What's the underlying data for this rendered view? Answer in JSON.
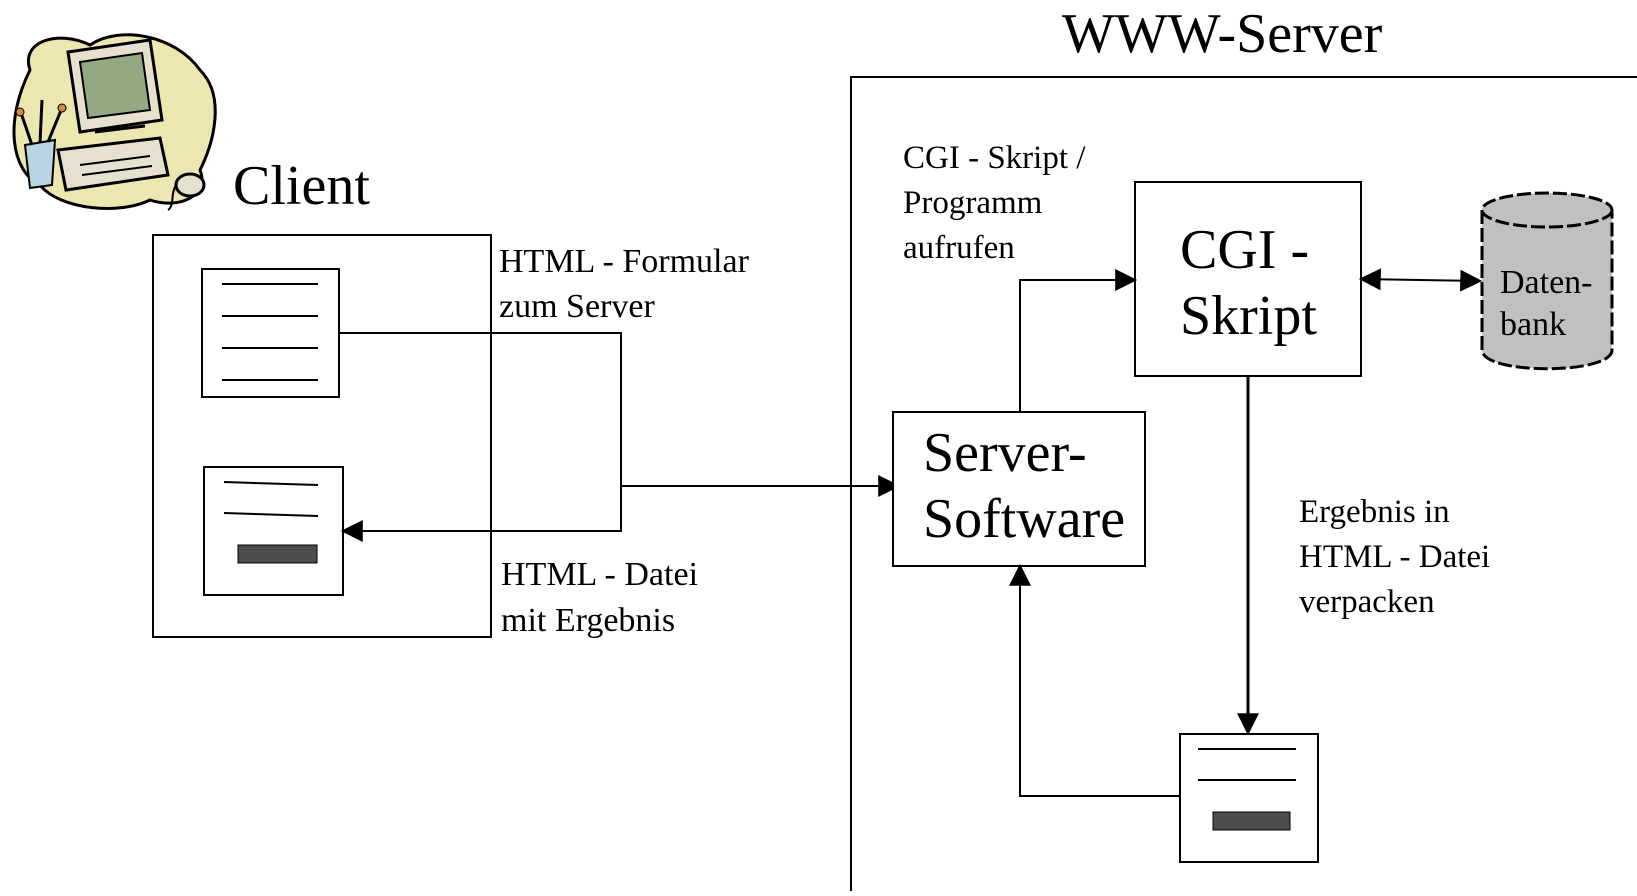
{
  "server_section": {
    "title": "WWW-Server"
  },
  "client_section": {
    "title": "Client",
    "icon": "desktop-computer-clipart-icon"
  },
  "labels": {
    "form_line1": "HTML - Formular",
    "form_line2": "zum Server",
    "result_line1": "HTML - Datei",
    "result_line2": "mit Ergebnis",
    "cgi_call_line1": "CGI - Skript /",
    "cgi_call_line2": "Programm",
    "cgi_call_line3": "aufrufen",
    "pack_line1": "Ergebnis in",
    "pack_line2": "HTML - Datei",
    "pack_line3": "verpacken"
  },
  "boxes": {
    "cgi_line1": "CGI -",
    "cgi_line2": "Skript",
    "server_sw_line1": "Server-",
    "server_sw_line2": "Software"
  },
  "database": {
    "line1": "Daten-",
    "line2": "bank",
    "fill": "#c0c0c0"
  },
  "colors": {
    "stroke": "#000000",
    "result_bar": "#4d4d4d",
    "monitor_screen": "#94a882",
    "icon_blob": "#ece7b0"
  }
}
